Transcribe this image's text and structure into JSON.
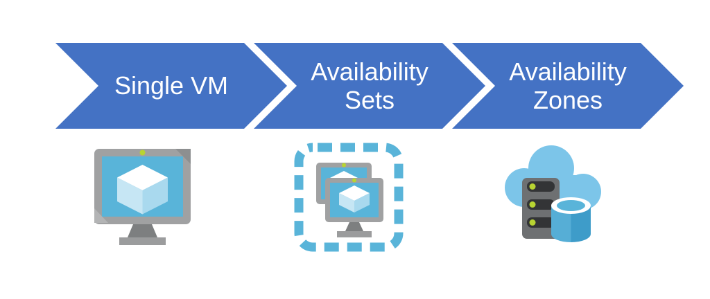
{
  "steps": [
    {
      "label": "Single VM",
      "icon": "virtual-machine-icon"
    },
    {
      "label": "Availability\nSets",
      "icon": "availability-set-icon"
    },
    {
      "label": "Availability\nZones",
      "icon": "availability-zones-icon"
    }
  ],
  "colors": {
    "background": "#FFFFFF",
    "chevron_blue": "#4472C4",
    "label_text": "#FFFFFF",
    "azure_screen_blue": "#59B4D9",
    "monitor_gray": "#A0A1A2",
    "monitor_bevel_dark": "#8D8F90",
    "monitor_bevel_light": "#B3B4B5",
    "stand_gray": "#7D7F80",
    "base_gray": "#9B9C9D",
    "led_green": "#B8D432",
    "cube_top": "#FFFFFF",
    "cube_left": "#C6E6F4",
    "cube_right": "#A9D9EE",
    "dashed_border_blue": "#59B4D9",
    "cloud_blue": "#7CC5E9",
    "server_gray": "#6E7072",
    "server_slot_dark": "#333436",
    "db_cylinder_light": "#56AED6",
    "db_cylinder_dark": "#3E9CC9",
    "db_rim_white": "#FFFFFF"
  }
}
